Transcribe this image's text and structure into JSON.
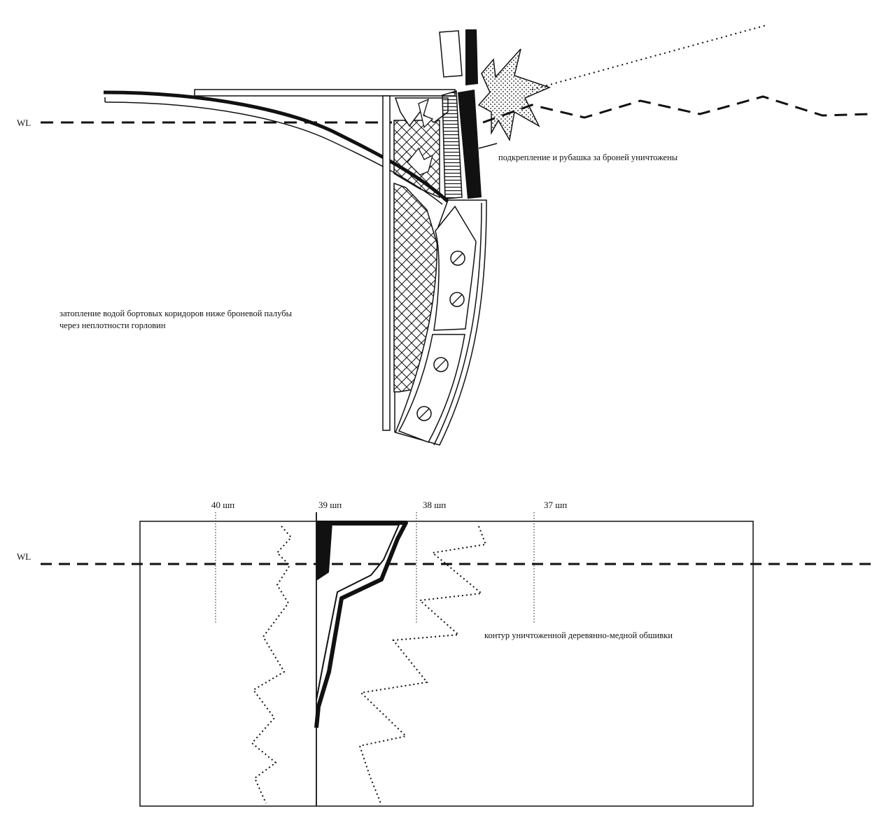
{
  "top_view": {
    "waterline_label": "WL",
    "note_damage": "подкрепление и  рубашка за броней уничтожены",
    "note_flooding_line1": "затопление водой бортовых коридоров ниже броневой палубы",
    "note_flooding_line2": "через неплотности горловин"
  },
  "bottom_view": {
    "waterline_label": "WL",
    "frames": [
      {
        "label": "40 шп"
      },
      {
        "label": "39  шп"
      },
      {
        "label": "38  шп"
      },
      {
        "label": "37  шп"
      }
    ],
    "note_contour": "контур уничтоженной деревянно-медной обшивки"
  },
  "colors": {
    "ink": "#111111",
    "background": "#ffffff"
  }
}
